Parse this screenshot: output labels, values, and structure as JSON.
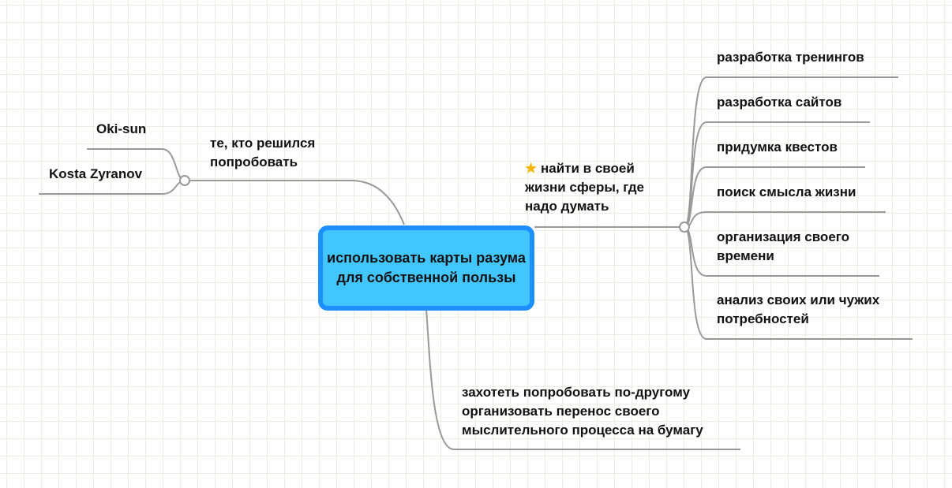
{
  "central_topic": "использовать карты разума для собственной пользы",
  "branches": {
    "left": {
      "label": "те, кто решился попробовать",
      "children": [
        "Oki-sun",
        "Kosta Zyranov"
      ]
    },
    "right": {
      "icon": "star-icon",
      "label": "найти в своей жизни сферы, где надо думать",
      "children": [
        "разработка тренингов",
        "разработка сайтов",
        "придумка квестов",
        "поиск смысла жизни",
        "организация своего времени",
        "анализ своих или чужих потребностей"
      ]
    },
    "bottom": {
      "label": "захотеть попробовать по-другому организовать перенос своего мыслительного процесса на бумагу"
    }
  },
  "colors": {
    "central_fill": "#42c6ff",
    "central_border": "#1e8fff",
    "line": "#999999"
  }
}
